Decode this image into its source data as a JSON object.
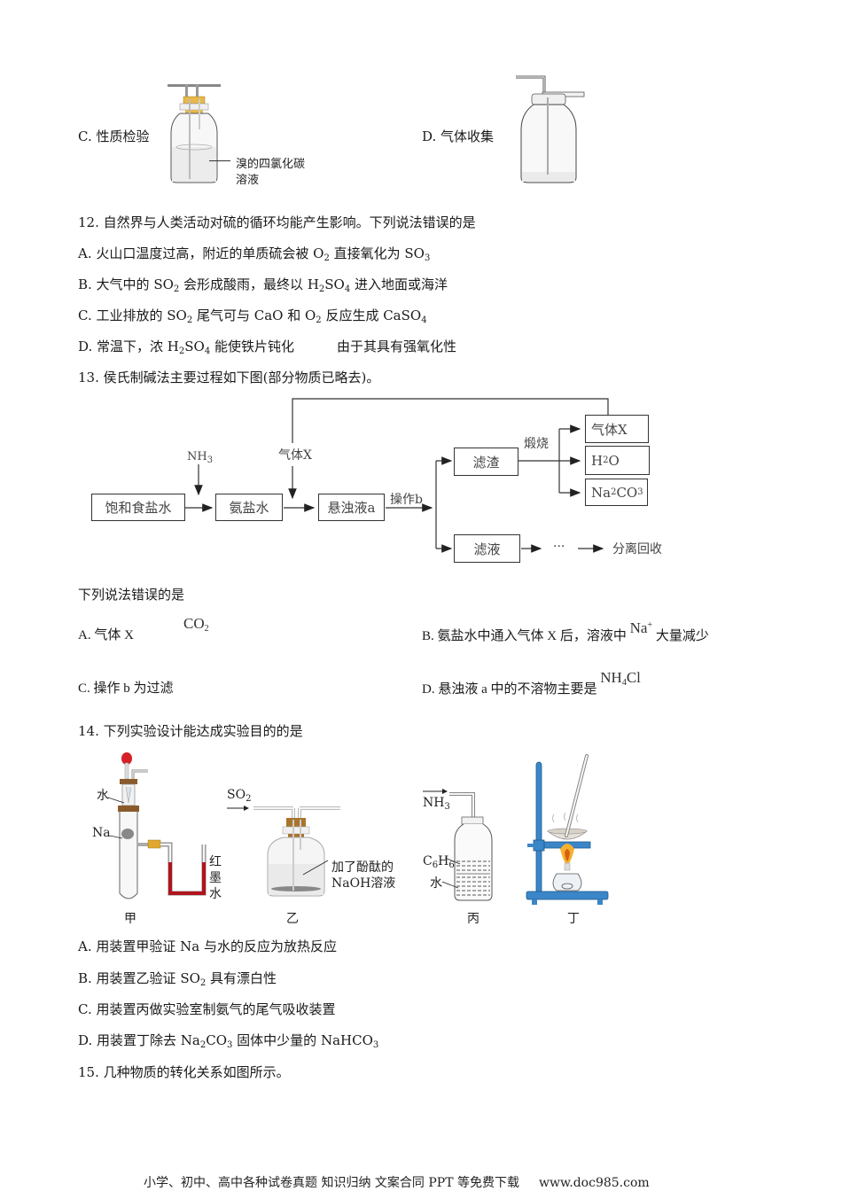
{
  "q11_options": {
    "C": {
      "label": "C. 性质检验",
      "apparatus_label_line1": "溴的四氯化碳",
      "apparatus_label_line2": "溶液"
    },
    "D": {
      "label": "D. 气体收集"
    }
  },
  "q12": {
    "stem": "12. 自然界与人类活动对硫的循环均能产生影响。下列说法错误的是",
    "options": [
      {
        "prefix": "A. 火山口温度过高，附近的单质硫会被 O",
        "sub1": "2",
        "mid": " 直接氧化为 SO",
        "sub2": "3",
        "suffix": ""
      },
      {
        "prefix": "B. 大气中的 SO",
        "sub1": "2",
        "mid": " 会形成酸雨，最终以 H",
        "sub2": "2",
        "mid2": "SO",
        "sub3": "4",
        "suffix": " 进入地面或海洋"
      },
      {
        "prefix": "C. 工业排放的 SO",
        "sub1": "2",
        "mid": " 尾气可与 CaO 和 O",
        "sub2": "2",
        "mid2": " 反应生成 CaSO",
        "sub3": "4",
        "suffix": ""
      },
      {
        "prefix": "D. 常温下，浓 H",
        "sub1": "2",
        "mid": "SO",
        "sub2": "4",
        "mid2": " 能使铁片钝化",
        "suffix": "由于其具有强氧化性"
      }
    ]
  },
  "q13": {
    "stem": "13. 侯氏制碱法主要过程如下图(部分物质已略去)。",
    "flowchart": {
      "boxes": {
        "brine": "饱和食盐水",
        "ammonia_brine": "氨盐水",
        "suspension": "悬浊液a",
        "residue": "滤渣",
        "filtrate": "滤液",
        "gas_x": "气体X",
        "water": "H",
        "water_sub": "2",
        "water_tail": "O",
        "soda": "Na",
        "soda_sub1": "2",
        "soda_mid": "CO",
        "soda_sub2": "3"
      },
      "labels": {
        "nh3": "NH",
        "nh3_sub": "3",
        "gas_x_in": "气体X",
        "operation_b": "操作b",
        "calcine": "煅烧",
        "ellipsis": "···",
        "recover": "分离回收"
      }
    },
    "prompt": "下列说法错误的是",
    "options": {
      "A": {
        "text": "A. 气体 X",
        "formula": "CO",
        "formula_sub": "2"
      },
      "B": {
        "text": "B. 氨盐水中通入气体 X 后，溶液中",
        "formula": "Na",
        "formula_sup": "+",
        "suffix": "大量减少"
      },
      "C": {
        "text": "C. 操作 b 为过滤"
      },
      "D": {
        "text": "D. 悬浊液 a 中的不溶物主要是",
        "formula": "NH",
        "formula_sub": "4",
        "formula_tail": "Cl"
      }
    }
  },
  "q14": {
    "stem": "14. 下列实验设计能达成实验目的的是",
    "apparatus": {
      "jia": {
        "name": "甲",
        "water": "水",
        "na": "Na",
        "ink1": "红",
        "ink2": "墨",
        "ink3": "水"
      },
      "yi": {
        "name": "乙",
        "gas": "SO",
        "gas_sub": "2",
        "sol1": "加了酚酞的",
        "sol2": "NaOH溶液"
      },
      "bing": {
        "name": "丙",
        "gas": "NH",
        "gas_sub": "3",
        "benzene": "C",
        "b_sub1": "6",
        "b_mid": "H",
        "b_sub2": "6",
        "water": "水"
      },
      "ding": {
        "name": "丁"
      }
    },
    "options": [
      {
        "text": "A. 用装置甲验证 Na 与水的反应为放热反应"
      },
      {
        "prefix": "B. 用装置乙验证 SO",
        "sub": "2",
        "suffix": " 具有漂白性"
      },
      {
        "text": "C. 用装置丙做实验室制氨气的尾气吸收装置"
      },
      {
        "prefix": "D. 用装置丁除去 Na",
        "sub1": "2",
        "mid": "CO",
        "sub2": "3",
        "mid2": " 固体中少量的 NaHCO",
        "sub3": "3"
      }
    ]
  },
  "q15": {
    "stem": "15. 几种物质的转化关系如图所示。"
  },
  "footer": {
    "text": "小学、初中、高中各种试卷真题  知识归纳  文案合同  PPT 等免费下载",
    "url": "www.doc985.com"
  },
  "colors": {
    "cork": "#e8b84a",
    "ink_red": "#b0141e",
    "stand_blue": "#3a86c8",
    "bulb_red": "#d42027"
  }
}
